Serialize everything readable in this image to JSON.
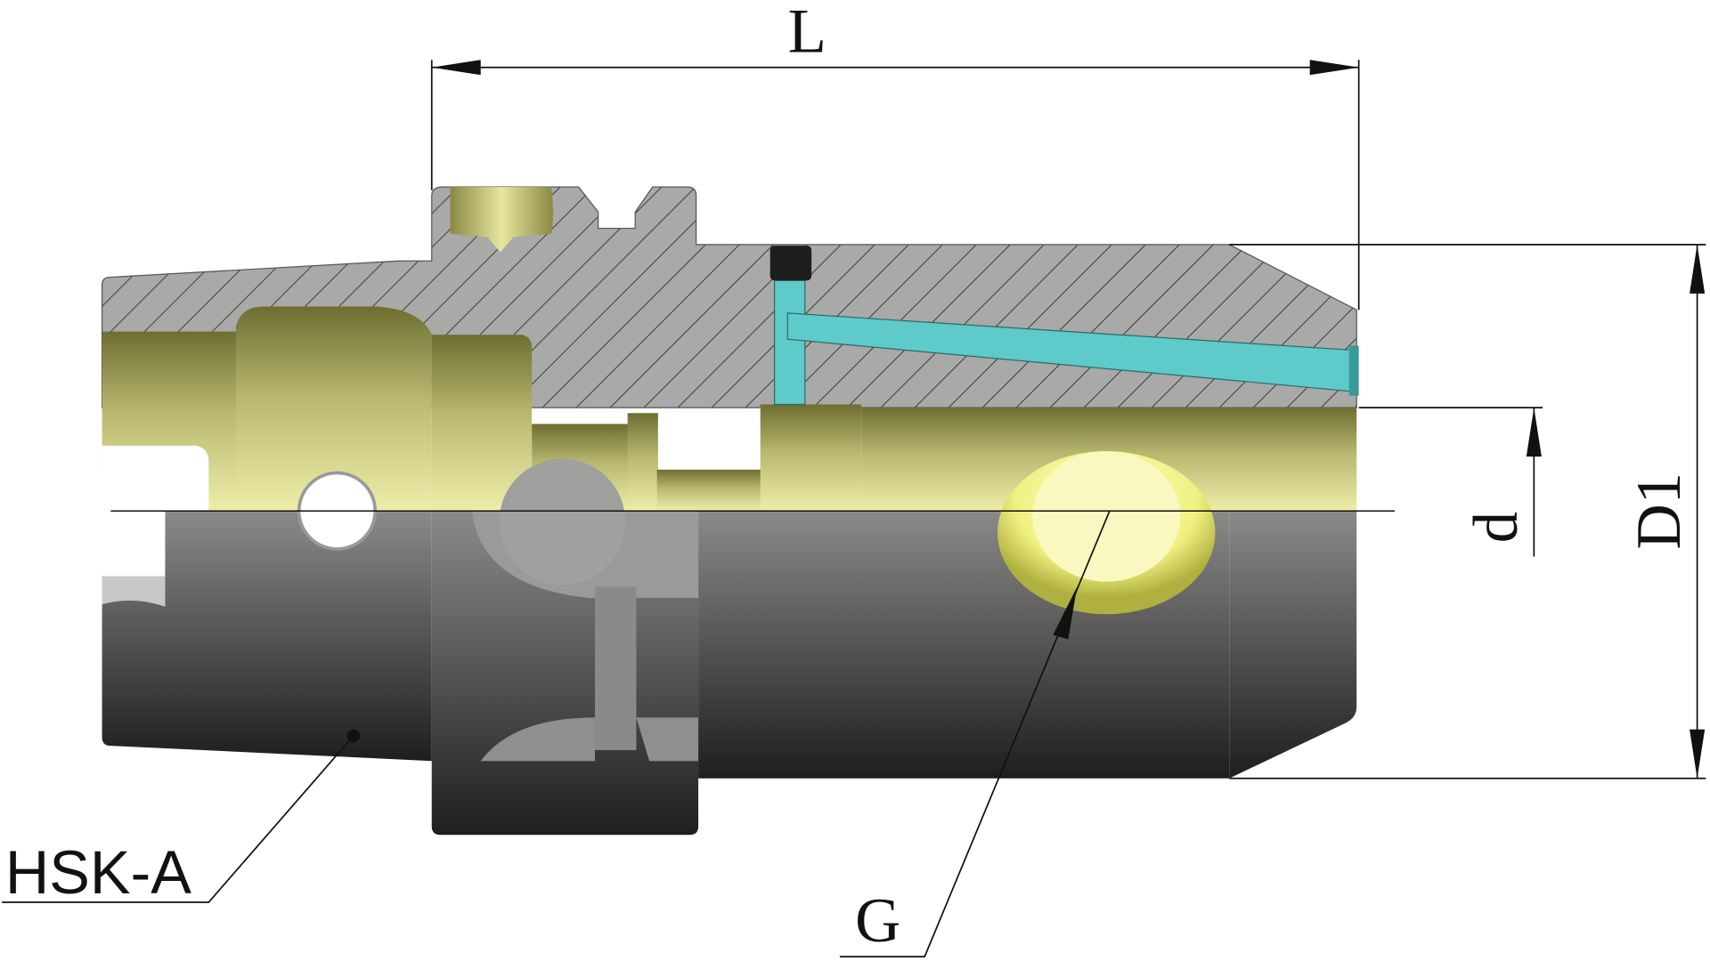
{
  "drawing": {
    "labels": {
      "length": "L",
      "outer_diameter": "D1",
      "bore_diameter": "d",
      "thread": "G",
      "interface": "HSK-A"
    },
    "colors": {
      "section_fill": "#a9a9a7",
      "bore_light": "#e6e6a0",
      "bore_dark": "#6e6e32",
      "body_light": "#7a7a78",
      "body_dark": "#232222",
      "coolant": "#5fcaca"
    }
  }
}
